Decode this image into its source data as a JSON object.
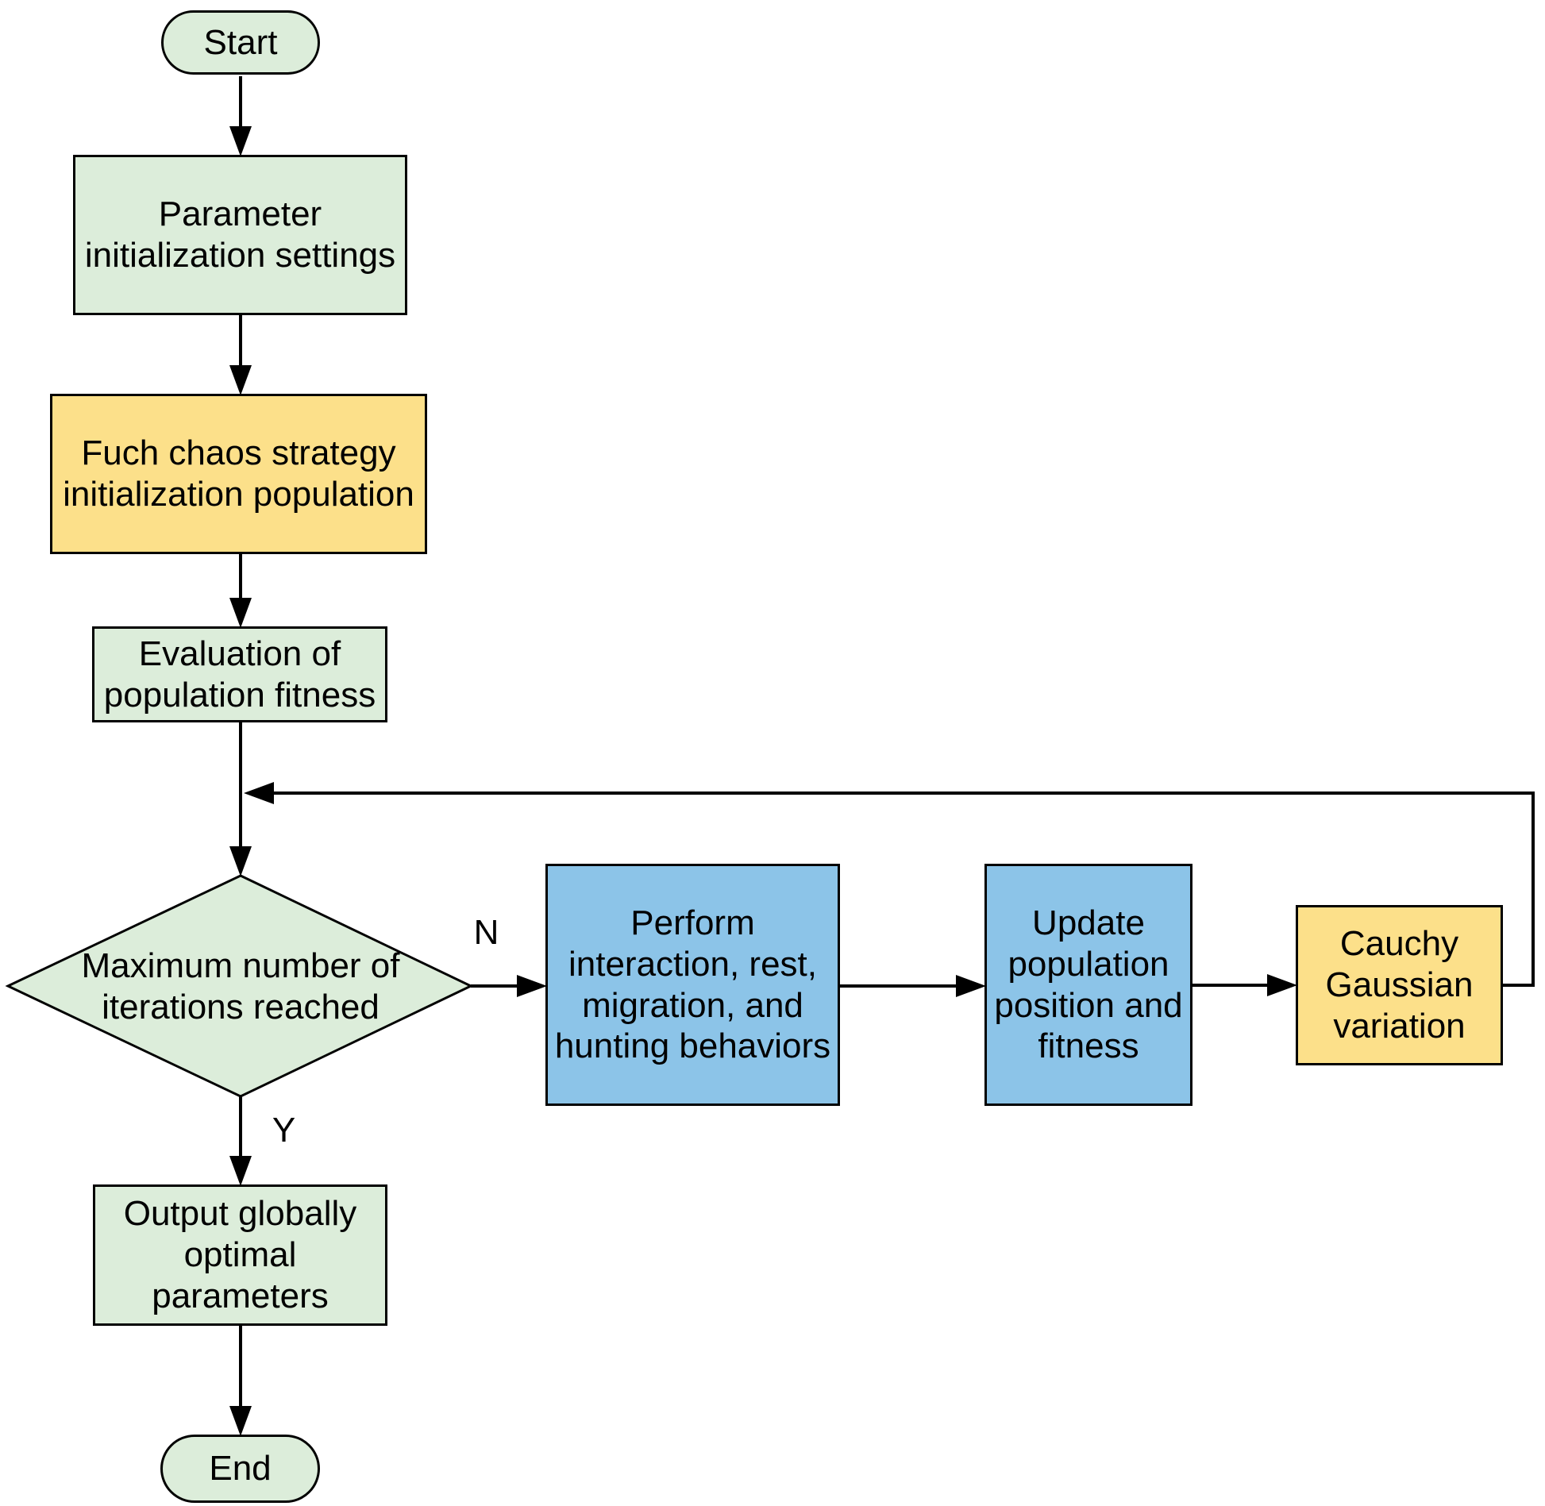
{
  "diagram": {
    "nodes": {
      "start": "Start",
      "param_init": "Parameter\ninitialization settings",
      "fuch_chaos": "Fuch chaos strategy\ninitialization population",
      "eval_fitness": "Evaluation of\npopulation fitness",
      "max_iterations": "Maximum number of\niterations reached",
      "perform_behaviors": "Perform\ninteraction, rest,\nmigration, and\nhunting behaviors",
      "update_population": "Update\npopulation\nposition and\nfitness",
      "cauchy_gaussian": "Cauchy\nGaussian\nvariation",
      "output_params": "Output globally\noptimal\nparameters",
      "end": "End"
    },
    "edge_labels": {
      "no": "N",
      "yes": "Y"
    },
    "colors": {
      "node_green": "#dcedda",
      "node_yellow": "#fce08a",
      "node_blue": "#8cc4e8",
      "line": "#000000"
    }
  }
}
